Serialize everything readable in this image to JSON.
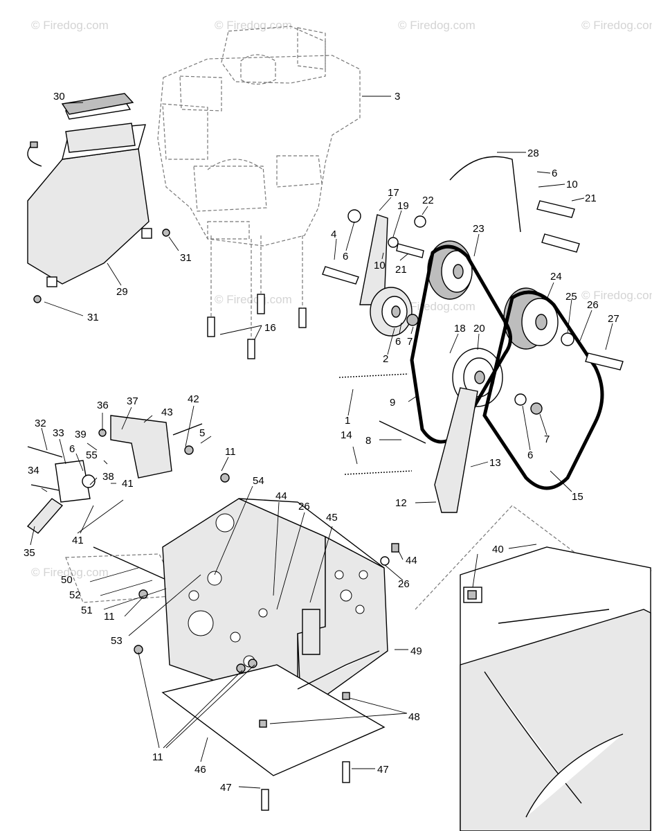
{
  "watermark": "© Firedog.com",
  "callouts": [
    {
      "id": "c30",
      "text": "30"
    },
    {
      "id": "c3",
      "text": "3"
    },
    {
      "id": "c28",
      "text": "28"
    },
    {
      "id": "c6a",
      "text": "6"
    },
    {
      "id": "c10a",
      "text": "10"
    },
    {
      "id": "c21a",
      "text": "21"
    },
    {
      "id": "c17",
      "text": "17"
    },
    {
      "id": "c22",
      "text": "22"
    },
    {
      "id": "c19",
      "text": "19"
    },
    {
      "id": "c4",
      "text": "4"
    },
    {
      "id": "c6b",
      "text": "6"
    },
    {
      "id": "c10b",
      "text": "10"
    },
    {
      "id": "c21b",
      "text": "21"
    },
    {
      "id": "c23",
      "text": "23"
    },
    {
      "id": "c31a",
      "text": "31"
    },
    {
      "id": "c29",
      "text": "29"
    },
    {
      "id": "c31b",
      "text": "31"
    },
    {
      "id": "c24",
      "text": "24"
    },
    {
      "id": "c25",
      "text": "25"
    },
    {
      "id": "c26a",
      "text": "26"
    },
    {
      "id": "c27",
      "text": "27"
    },
    {
      "id": "c16",
      "text": "16"
    },
    {
      "id": "c18",
      "text": "18"
    },
    {
      "id": "c20",
      "text": "20"
    },
    {
      "id": "c6c",
      "text": "6"
    },
    {
      "id": "c7a",
      "text": "7"
    },
    {
      "id": "c2",
      "text": "2"
    },
    {
      "id": "c9",
      "text": "9"
    },
    {
      "id": "c1",
      "text": "1"
    },
    {
      "id": "c14",
      "text": "14"
    },
    {
      "id": "c8",
      "text": "8"
    },
    {
      "id": "c6d",
      "text": "6"
    },
    {
      "id": "c7b",
      "text": "7"
    },
    {
      "id": "c13",
      "text": "13"
    },
    {
      "id": "c15",
      "text": "15"
    },
    {
      "id": "c12",
      "text": "12"
    },
    {
      "id": "c36",
      "text": "36"
    },
    {
      "id": "c37",
      "text": "37"
    },
    {
      "id": "c42",
      "text": "42"
    },
    {
      "id": "c32",
      "text": "32"
    },
    {
      "id": "c33",
      "text": "33"
    },
    {
      "id": "c39",
      "text": "39"
    },
    {
      "id": "c43",
      "text": "43"
    },
    {
      "id": "c5",
      "text": "5"
    },
    {
      "id": "c6e",
      "text": "6"
    },
    {
      "id": "c55",
      "text": "55"
    },
    {
      "id": "c11a",
      "text": "11"
    },
    {
      "id": "c34",
      "text": "34"
    },
    {
      "id": "c38",
      "text": "38"
    },
    {
      "id": "c41a",
      "text": "41"
    },
    {
      "id": "c54",
      "text": "54"
    },
    {
      "id": "c44a",
      "text": "44"
    },
    {
      "id": "c26b",
      "text": "26"
    },
    {
      "id": "c45",
      "text": "45"
    },
    {
      "id": "c41b",
      "text": "41"
    },
    {
      "id": "c35",
      "text": "35"
    },
    {
      "id": "c40",
      "text": "40"
    },
    {
      "id": "c44b",
      "text": "44"
    },
    {
      "id": "c50",
      "text": "50"
    },
    {
      "id": "c26c",
      "text": "26"
    },
    {
      "id": "c52",
      "text": "52"
    },
    {
      "id": "c51",
      "text": "51"
    },
    {
      "id": "c11b",
      "text": "11"
    },
    {
      "id": "c53",
      "text": "53"
    },
    {
      "id": "c49",
      "text": "49"
    },
    {
      "id": "c48",
      "text": "48"
    },
    {
      "id": "c11c",
      "text": "11"
    },
    {
      "id": "c46",
      "text": "46"
    },
    {
      "id": "c47a",
      "text": "47"
    },
    {
      "id": "c47b",
      "text": "47"
    }
  ]
}
